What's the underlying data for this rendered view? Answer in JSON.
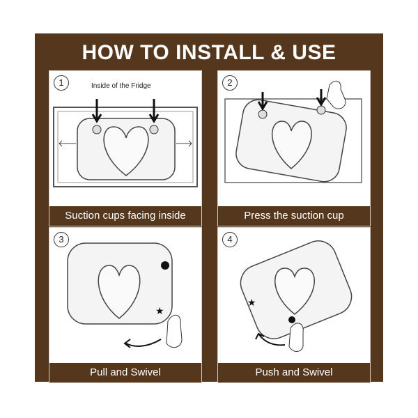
{
  "title": "HOW TO INSTALL & USE",
  "colors": {
    "banner": "#55371d",
    "caption_text": "#ffffff"
  },
  "steps": [
    {
      "number": "1",
      "label": "Inside of the Fridge",
      "caption": "Suction cups facing inside"
    },
    {
      "number": "2",
      "caption": "Press the suction cup"
    },
    {
      "number": "3",
      "caption": "Pull and Swivel"
    },
    {
      "number": "4",
      "caption": "Push and Swivel"
    }
  ]
}
